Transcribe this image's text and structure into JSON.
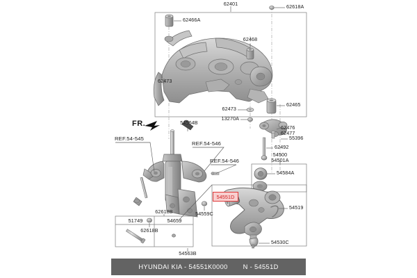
{
  "diagram": {
    "title": "Hyundai Kia front suspension subframe and lower control arm exploded view",
    "orientation_marker": "FR.",
    "highlight_color": "#e03a3a",
    "highlight_fill": "#f8cfcf",
    "banner_color": "#636363"
  },
  "banner": {
    "left_text": "HYUNDAI KIA - 54551K0000",
    "right_text": "N - 54551D"
  },
  "callouts": {
    "subframe_top": "62401",
    "bolt_top_right": "62618A",
    "bushing_top_left": "62466A",
    "bushing_mid": "62468",
    "bushing_right": "62465",
    "washer_left": "62473",
    "washer_mid": "62473",
    "bolt_13270a": "13270A",
    "stabilizer_link_upper": "62476",
    "stabilizer_link_lower": "62477",
    "nut_55396": "55396",
    "bolt_62492": "62492",
    "knuckle_upper": "54500",
    "knuckle_lower": "54501A",
    "bushing_54584a": "54584A",
    "strut_top_nut": "54564B",
    "ref_left": "REF.54-545",
    "ref_mid": "REF.54-546",
    "ref_right": "REF.54-546",
    "bolt_62618b": "62618B",
    "bolt_54559c": "54559C",
    "control_arm_bushing": "54551D",
    "clip_54519": "54519",
    "ball_joint_54530c": "54530C",
    "bolt_54563b": "54563B",
    "bolt_62618b_inset": "62618B"
  },
  "inset_table": {
    "headers": [
      "51749",
      "54659"
    ]
  }
}
